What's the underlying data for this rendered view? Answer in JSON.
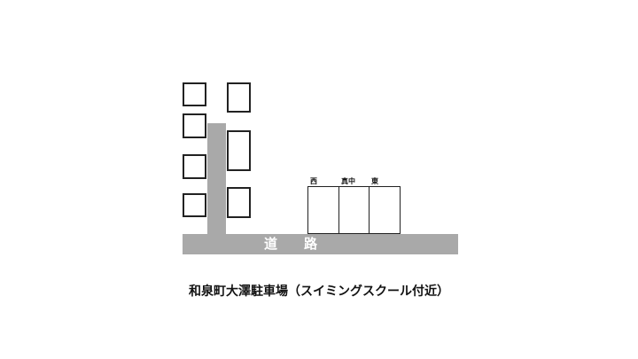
{
  "lots": [
    {
      "label": "西"
    },
    {
      "label": "真中"
    },
    {
      "label": "東"
    }
  ],
  "road": {
    "chars": [
      "道",
      "路"
    ]
  },
  "caption": "和泉町大澤駐車場（スイミングスクール付近）"
}
